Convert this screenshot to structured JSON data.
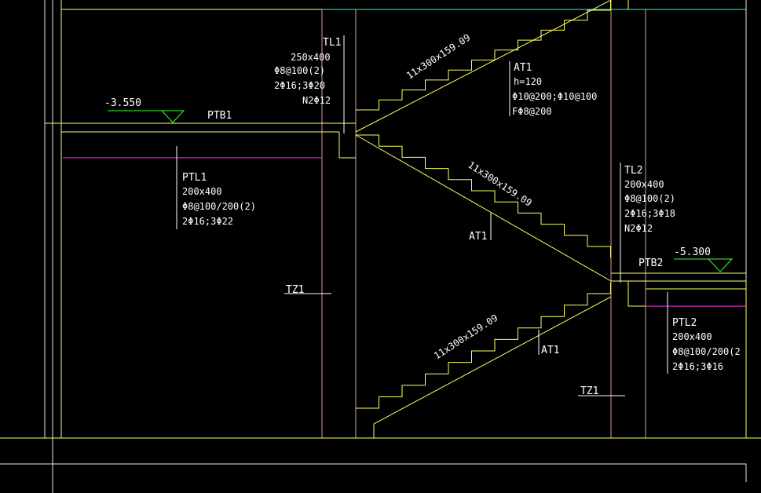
{
  "colors": {
    "background": "#000000",
    "structure": "#ffff66",
    "column": "#d79b9b",
    "text": "#ffffff",
    "rebar": "#ff33ff",
    "level": "#33ff33",
    "frame": "#e8e8e8",
    "axis": "#00ffff"
  },
  "labels": {
    "elev_1": "-3.550",
    "ptb1": "PTB1",
    "tl1": {
      "name": "TL1",
      "size": "250x400",
      "stirrup": "Φ8@100(2)",
      "bars": "2Φ16;3Φ20",
      "side": "N2Φ12"
    },
    "at1_top": {
      "name": "AT1",
      "thickness": "h=120",
      "bars": "Φ10@200;Φ10@100",
      "dist": "FΦ8@200"
    },
    "flight_top": "11x300x159.09",
    "flight_mid": "11x300x159.09",
    "flight_low": "11x300x159.09",
    "ptl1": {
      "name": "PTL1",
      "size": "200x400",
      "stirrup": "Φ8@100/200(2)",
      "bars": "2Φ16;3Φ22"
    },
    "at1_mid": "AT1",
    "at1_low": "AT1",
    "tz1_left": "TZ1",
    "tz1_right": "TZ1",
    "tl2": {
      "name": "TL2",
      "size": "200x400",
      "stirrup": "Φ8@100(2)",
      "bars": "2Φ16;3Φ18",
      "side": "N2Φ12"
    },
    "ptb2": "PTB2",
    "elev_2": "-5.300",
    "ptl2": {
      "name": "PTL2",
      "size": "200x400",
      "stirrup": "Φ8@100/200(2",
      "bars": "2Φ16;3Φ16"
    }
  }
}
